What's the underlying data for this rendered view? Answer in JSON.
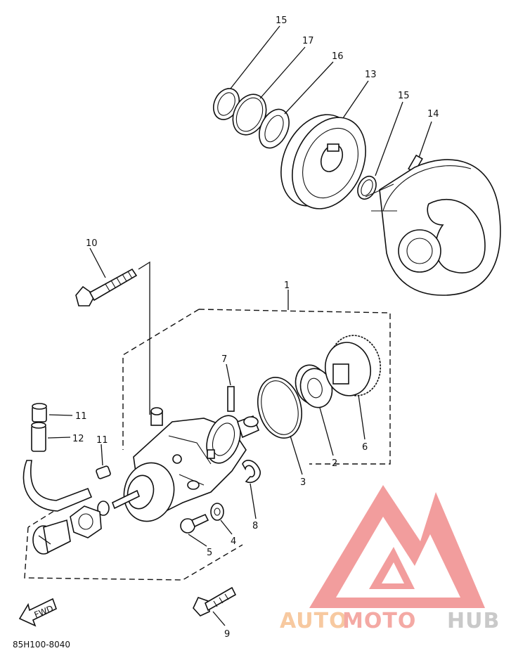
{
  "diagram": {
    "callouts": {
      "c1": "1",
      "c2": "2",
      "c3": "3",
      "c4": "4",
      "c5": "5",
      "c6": "6",
      "c7": "7",
      "c8": "8",
      "c9": "9",
      "c10": "10",
      "c11a": "11",
      "c11b": "11",
      "c12": "12",
      "c13": "13",
      "c14": "14",
      "c15a": "15",
      "c15b": "15",
      "c16": "16",
      "c17": "17"
    },
    "fwd_label": "FWD",
    "part_code": "85H100-8040"
  },
  "watermark": {
    "text_auto": "AUTO",
    "text_moto": "MOTO",
    "text_hub": "HUB",
    "color_auto": "#f7c9a0",
    "color_moto": "#f4a9a4",
    "color_hub": "#c9c9c9",
    "logo_color": "#f08c8c"
  }
}
